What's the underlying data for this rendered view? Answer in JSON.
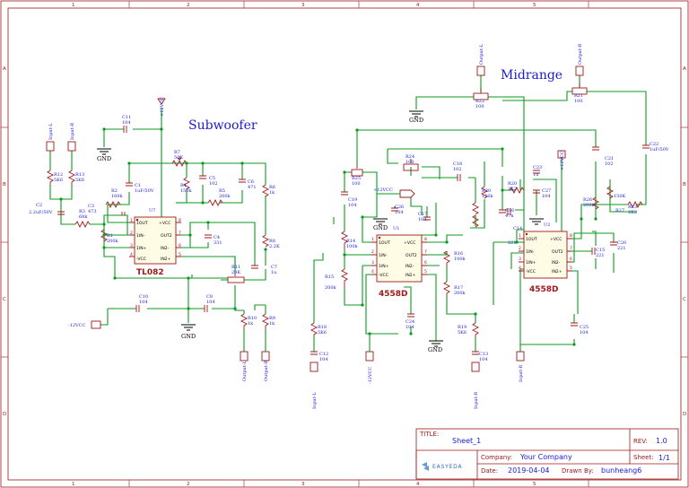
{
  "frame": {
    "cols": [
      "1",
      "2",
      "3",
      "4",
      "5"
    ],
    "rows": [
      "A",
      "B",
      "C",
      "D"
    ]
  },
  "titles": {
    "subwoofer": "Subwoofer",
    "midrange": "Midrange"
  },
  "labels": {
    "sub": {
      "c11": [
        "C11",
        "104"
      ],
      "vcc_top": "+12VCC",
      "in_l": "Input-L",
      "in_r": "Input-R",
      "r12": [
        "R12",
        "5K6"
      ],
      "r13": [
        "R13",
        "5K6"
      ],
      "c2": [
        "C2",
        "2.2uF/50V"
      ],
      "r3": [
        "R3",
        "68k"
      ],
      "c3": [
        "C3",
        "473"
      ],
      "r1": [
        "R1",
        "200k"
      ],
      "r2": [
        "R2",
        "100k"
      ],
      "c1": [
        "C1",
        "1uF/50V"
      ],
      "r7": [
        "R7",
        "50K"
      ],
      "r4": [
        "R4",
        "150k"
      ],
      "c5": [
        "C5",
        "102"
      ],
      "r5": [
        "R5",
        "200k"
      ],
      "c6": [
        "C6",
        "471"
      ],
      "r6": [
        "R6",
        "1k"
      ],
      "u7": "U7",
      "c4": [
        "C4",
        "331"
      ],
      "r8": [
        "R8",
        "2.2K"
      ],
      "c7": [
        "C7",
        "1u"
      ],
      "r11": [
        "R11",
        "20K"
      ],
      "c10": [
        "C10",
        "104"
      ],
      "c8": [
        "C8",
        "104"
      ],
      "vcc_neg": "-12VCC",
      "r10": [
        "R10",
        "1k"
      ],
      "r9": [
        "R9",
        "1k"
      ],
      "out_l": "Output-L",
      "out_r": "Output-R"
    },
    "mid": {
      "out_l": "Output-L",
      "out_r": "Output-R",
      "r22": [
        "R22",
        "100"
      ],
      "r21": [
        "R21",
        "100"
      ],
      "c22": [
        "C22",
        "1uF/50V"
      ],
      "r25": [
        "R25",
        "100"
      ],
      "r24": [
        "R24",
        "100"
      ],
      "c18": [
        "C18",
        "102"
      ],
      "c23": [
        "C23",
        "1u"
      ],
      "c21": [
        "C21",
        "102"
      ],
      "vcc_pos": "+12VCC",
      "c19": [
        "C19",
        "104"
      ],
      "r20": [
        "R20",
        "150k"
      ],
      "c20b": [
        "R20",
        "2K2"
      ],
      "c16": [
        "C16",
        "47n"
      ],
      "c27": [
        "C27",
        "104"
      ],
      "r26": [
        "R26",
        "200k"
      ],
      "r27": [
        "R27",
        "150K"
      ],
      "r23": [
        "R23",
        "2K2"
      ],
      "vcc_lbl": "+12VCC",
      "c26": [
        "C26",
        "104"
      ],
      "c17": [
        "C17",
        "104"
      ],
      "r14": [
        "R14",
        "100k"
      ],
      "u1": "U1",
      "u2": "U2",
      "r15": [
        "R15",
        "200k"
      ],
      "r16": [
        "R16",
        "100k"
      ],
      "r17": [
        "R17",
        "200k"
      ],
      "c14": [
        "C14",
        "221"
      ],
      "c15": [
        "C15",
        "221"
      ],
      "c20": [
        "C20",
        "221"
      ],
      "c24": [
        "C24",
        "104"
      ],
      "r18": [
        "R18",
        "5K6"
      ],
      "r19": [
        "R19",
        "5K6"
      ],
      "c12": [
        "C12",
        "104"
      ],
      "c13": [
        "C13",
        "104"
      ],
      "c25": [
        "C25",
        "104"
      ],
      "vcc_neg": "-12VCC",
      "in_l": "Input-L",
      "in_r": "Input-R",
      "in_r2": "Input-R"
    },
    "gnd": "GND"
  },
  "ics": {
    "tl082": {
      "name": "TL082",
      "pins": [
        "1OUT",
        "+VCC",
        "1IN-",
        "OUT2",
        "1IN+",
        "IN2-",
        "-VCC",
        "IN2+"
      ],
      "nums": [
        "1",
        "8",
        "2",
        "7",
        "3",
        "6",
        "4",
        "5"
      ]
    },
    "u1": {
      "name": "4558D",
      "pins": [
        "1OUT",
        "+VCC",
        "1IN-",
        "OUT2",
        "1IN+",
        "IN2-",
        "-VCC",
        "IN2+"
      ],
      "nums": [
        "1",
        "8",
        "2",
        "7",
        "3",
        "6",
        "4",
        "5"
      ]
    },
    "u2": {
      "name": "4558D",
      "pins": [
        "1OUT",
        "+VCC",
        "1IN-",
        "OUT2",
        "1IN+",
        "IN2-",
        "-VCC",
        "IN2+"
      ],
      "nums": [
        "1",
        "8",
        "2",
        "7",
        "3",
        "6",
        "4",
        "5"
      ]
    }
  },
  "titleblock": {
    "title_label": "TITLE:",
    "title": "Sheet_1",
    "rev_label": "REV:",
    "rev": "1.0",
    "company_label": "Company:",
    "company": "Your Company",
    "sheet_label": "Sheet:",
    "sheet": "1/1",
    "date_label": "Date:",
    "date": "2019-04-04",
    "drawn_label": "Drawn By:",
    "drawn": "bunheang6",
    "logo": "EASYEDA"
  }
}
